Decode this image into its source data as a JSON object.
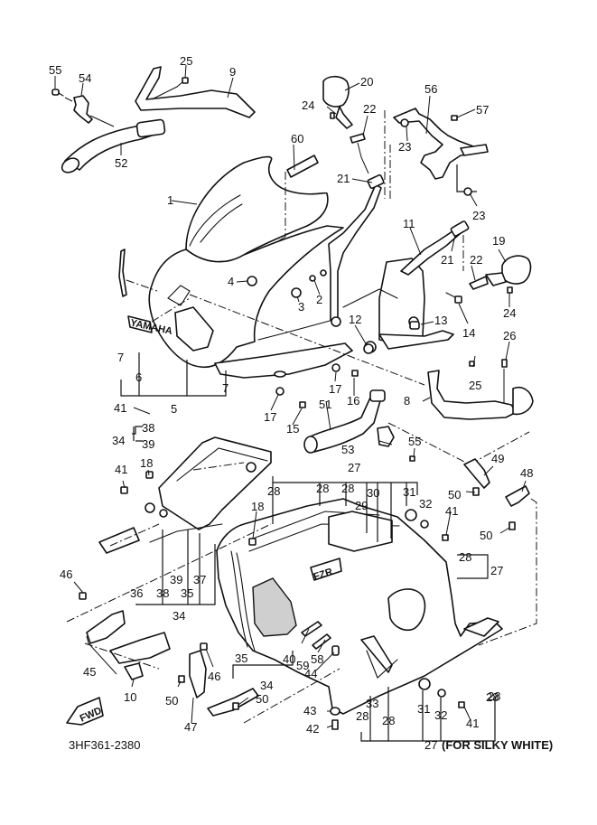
{
  "diagram": {
    "title": "Cowling / Fairing exploded parts diagram",
    "drawing_number": "3HF361-2380",
    "variant_ref": "27",
    "variant_note": "(FOR SILKY WHITE)",
    "fwd_label": "FWD",
    "decals": {
      "yamaha_decal": "YAMAHA",
      "model_decal": "FZR"
    }
  },
  "callouts": [
    {
      "id": "c55a",
      "label": "55"
    },
    {
      "id": "c54",
      "label": "54"
    },
    {
      "id": "c25a",
      "label": "25"
    },
    {
      "id": "c9",
      "label": "9"
    },
    {
      "id": "c52",
      "label": "52"
    },
    {
      "id": "c20",
      "label": "20"
    },
    {
      "id": "c24a",
      "label": "24"
    },
    {
      "id": "c22a",
      "label": "22"
    },
    {
      "id": "c56",
      "label": "56"
    },
    {
      "id": "c57",
      "label": "57"
    },
    {
      "id": "c23a",
      "label": "23"
    },
    {
      "id": "c23b",
      "label": "23"
    },
    {
      "id": "c60",
      "label": "60"
    },
    {
      "id": "c21a",
      "label": "21"
    },
    {
      "id": "c1",
      "label": "1"
    },
    {
      "id": "c11",
      "label": "11"
    },
    {
      "id": "c19",
      "label": "19"
    },
    {
      "id": "c21b",
      "label": "21"
    },
    {
      "id": "c22b",
      "label": "22"
    },
    {
      "id": "c4",
      "label": "4"
    },
    {
      "id": "c2",
      "label": "2"
    },
    {
      "id": "c3",
      "label": "3"
    },
    {
      "id": "c24b",
      "label": "24"
    },
    {
      "id": "c12",
      "label": "12"
    },
    {
      "id": "c13",
      "label": "13"
    },
    {
      "id": "c14",
      "label": "14"
    },
    {
      "id": "c26",
      "label": "26"
    },
    {
      "id": "c7a",
      "label": "7"
    },
    {
      "id": "c6",
      "label": "6"
    },
    {
      "id": "c7b",
      "label": "7"
    },
    {
      "id": "c5",
      "label": "5"
    },
    {
      "id": "c25b",
      "label": "25"
    },
    {
      "id": "c8",
      "label": "8"
    },
    {
      "id": "c17a",
      "label": "17"
    },
    {
      "id": "c16",
      "label": "16"
    },
    {
      "id": "c41a",
      "label": "41"
    },
    {
      "id": "c17b",
      "label": "17"
    },
    {
      "id": "c15",
      "label": "15"
    },
    {
      "id": "c51",
      "label": "51"
    },
    {
      "id": "c38a",
      "label": "38"
    },
    {
      "id": "c34a",
      "label": "34"
    },
    {
      "id": "c39a",
      "label": "39"
    },
    {
      "id": "c53",
      "label": "53"
    },
    {
      "id": "c55b",
      "label": "55"
    },
    {
      "id": "c49",
      "label": "49"
    },
    {
      "id": "c48",
      "label": "48"
    },
    {
      "id": "c18a",
      "label": "18"
    },
    {
      "id": "c41b",
      "label": "41"
    },
    {
      "id": "c27a",
      "label": "27"
    },
    {
      "id": "c28a",
      "label": "28"
    },
    {
      "id": "c28b",
      "label": "28"
    },
    {
      "id": "c28c",
      "label": "28"
    },
    {
      "id": "c30",
      "label": "30"
    },
    {
      "id": "c31a",
      "label": "31"
    },
    {
      "id": "c32a",
      "label": "32"
    },
    {
      "id": "c29",
      "label": "29"
    },
    {
      "id": "c50a",
      "label": "50"
    },
    {
      "id": "c18b",
      "label": "18"
    },
    {
      "id": "c41c",
      "label": "41"
    },
    {
      "id": "c50b",
      "label": "50"
    },
    {
      "id": "c28d",
      "label": "28"
    },
    {
      "id": "c27b",
      "label": "27"
    },
    {
      "id": "c46a",
      "label": "46"
    },
    {
      "id": "c39b",
      "label": "39"
    },
    {
      "id": "c37",
      "label": "37"
    },
    {
      "id": "c36",
      "label": "36"
    },
    {
      "id": "c38b",
      "label": "38"
    },
    {
      "id": "c35a",
      "label": "35"
    },
    {
      "id": "c34b",
      "label": "34"
    },
    {
      "id": "c45",
      "label": "45"
    },
    {
      "id": "c35b",
      "label": "35"
    },
    {
      "id": "c40",
      "label": "40"
    },
    {
      "id": "c59",
      "label": "59"
    },
    {
      "id": "c58",
      "label": "58"
    },
    {
      "id": "c44",
      "label": "44"
    },
    {
      "id": "c46b",
      "label": "46"
    },
    {
      "id": "c34c",
      "label": "34"
    },
    {
      "id": "c10",
      "label": "10"
    },
    {
      "id": "c50c",
      "label": "50"
    },
    {
      "id": "c50d",
      "label": "50"
    },
    {
      "id": "c47",
      "label": "47"
    },
    {
      "id": "c43",
      "label": "43"
    },
    {
      "id": "c42",
      "label": "42"
    },
    {
      "id": "c33",
      "label": "33"
    },
    {
      "id": "c28e",
      "label": "28"
    },
    {
      "id": "c28f",
      "label": "28"
    },
    {
      "id": "c28g",
      "label": "28"
    },
    {
      "id": "c31b",
      "label": "31"
    },
    {
      "id": "c32b",
      "label": "32"
    },
    {
      "id": "c41d",
      "label": "41"
    },
    {
      "id": "c28h",
      "label": "28"
    }
  ]
}
